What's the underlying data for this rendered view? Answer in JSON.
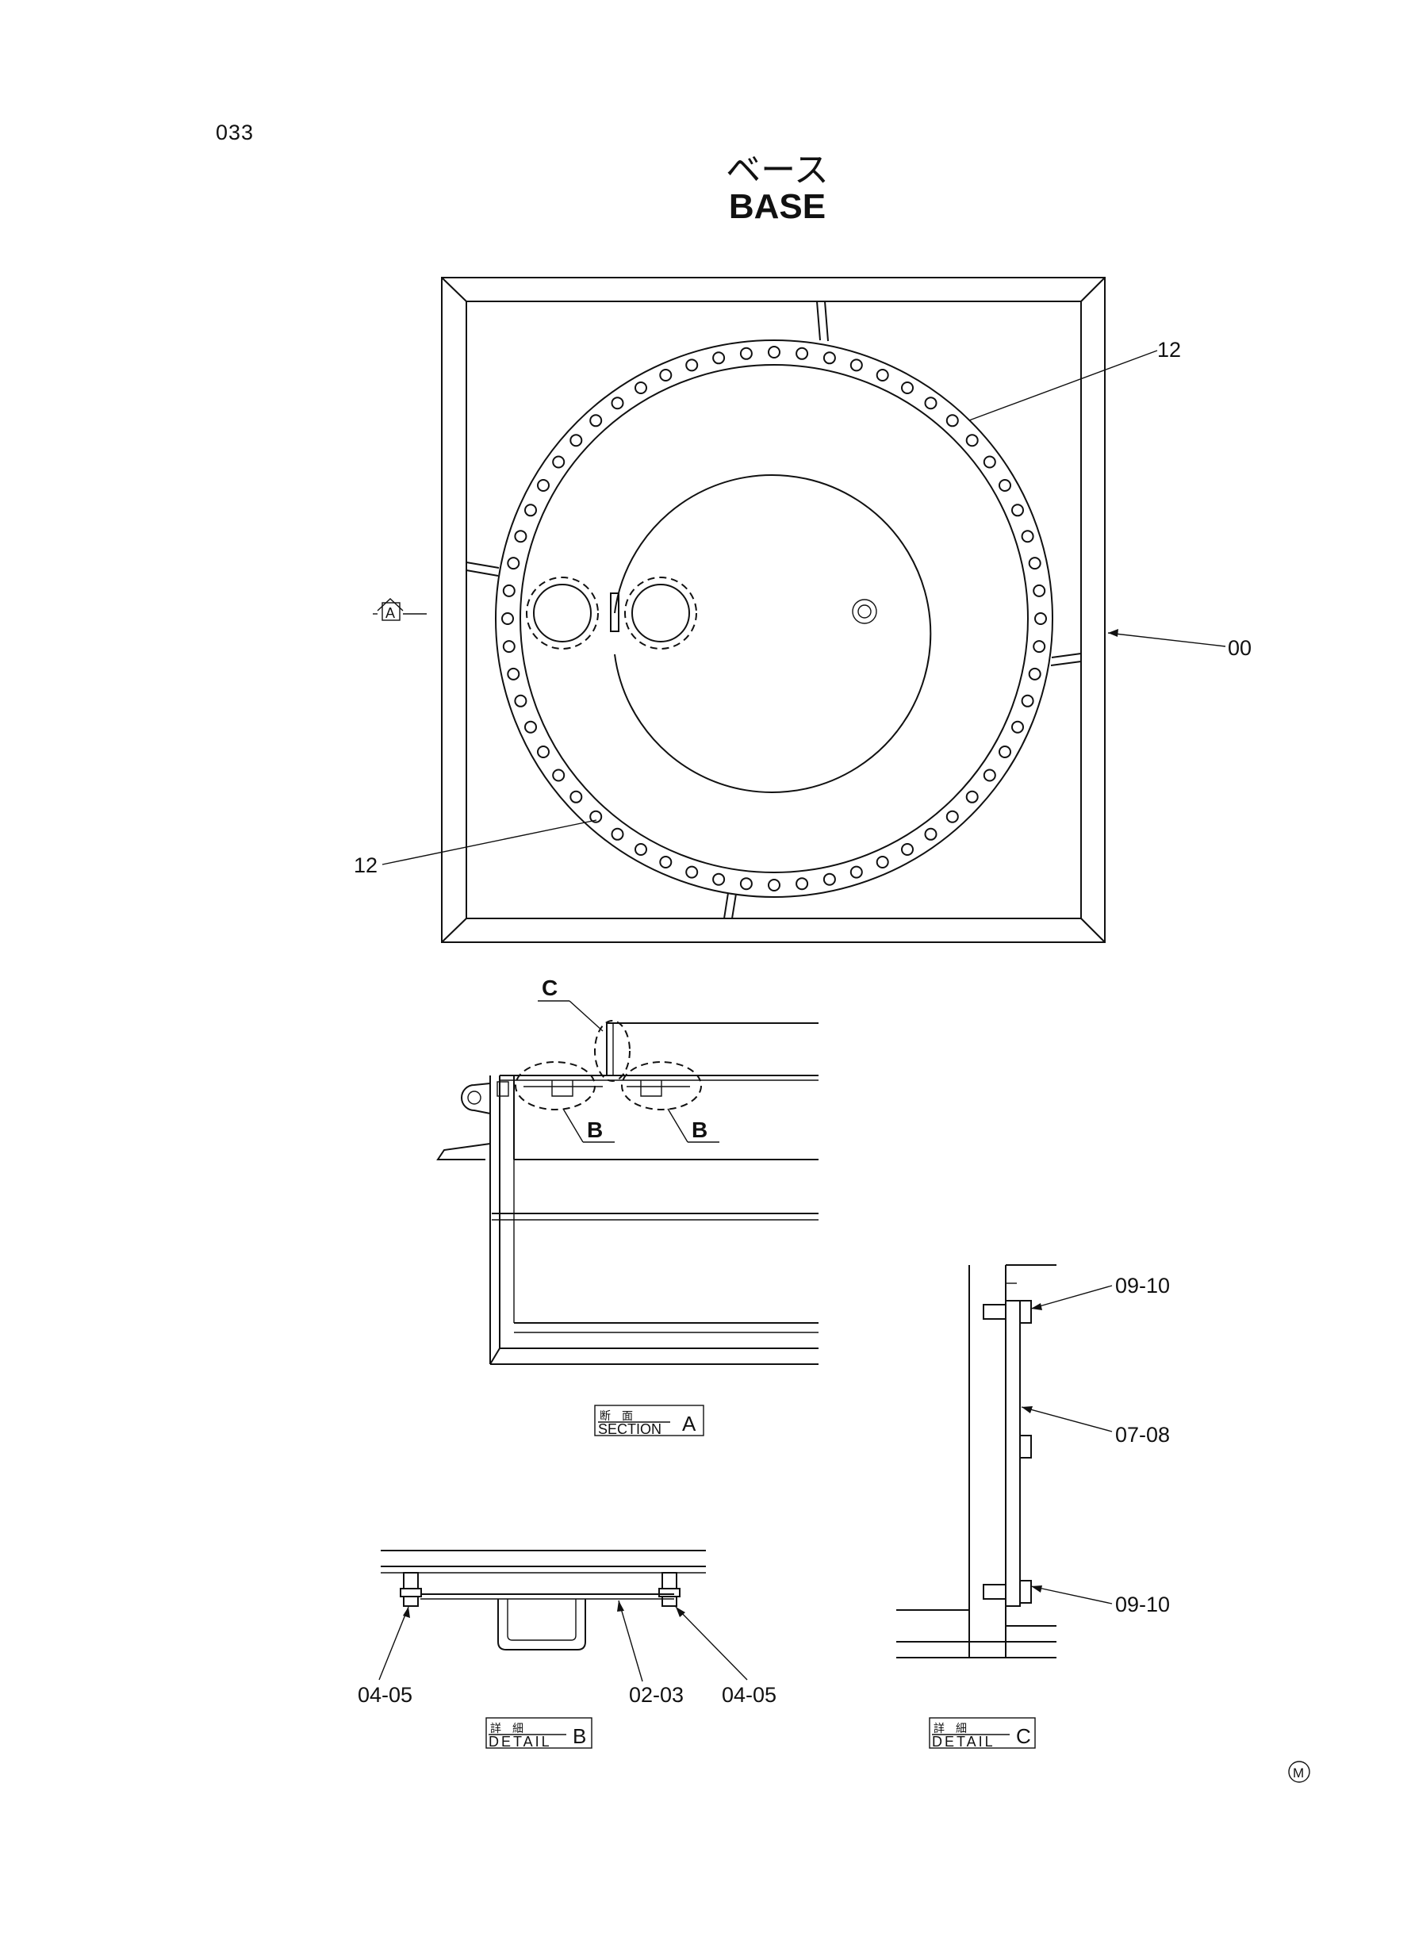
{
  "page_number": "033",
  "title_ja": "ベース",
  "title_en": "BASE",
  "plan_view": {
    "callouts": [
      "12",
      "12",
      "00"
    ],
    "section_arrow_label": "A"
  },
  "section_view": {
    "detail_refs": [
      "C",
      "B",
      "B"
    ],
    "caption_ja": "断　面",
    "caption_en": "SECTION",
    "caption_letter": "A"
  },
  "detail_b": {
    "callouts": [
      "04-05",
      "02-03",
      "04-05"
    ],
    "caption_ja": "詳　細",
    "caption_en": "DETAIL",
    "caption_letter": "B"
  },
  "detail_c": {
    "callouts": [
      "09-10",
      "07-08",
      "09-10"
    ],
    "caption_ja": "詳　細",
    "caption_en": "DETAIL",
    "caption_letter": "C"
  },
  "corner_mark": "M"
}
